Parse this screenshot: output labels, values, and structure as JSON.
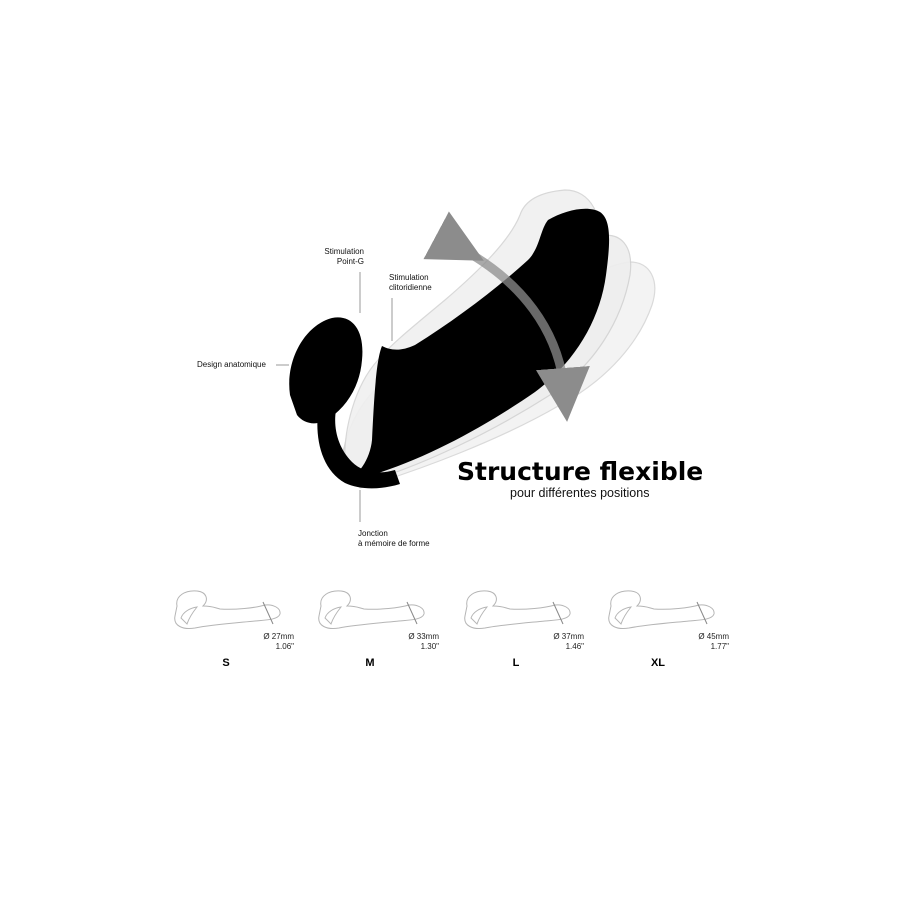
{
  "main_figure": {
    "callouts": {
      "g_spot": {
        "line1": "Stimulation",
        "line2": "Point-G"
      },
      "clitoral": {
        "line1": "Stimulation",
        "line2": "clitoridienne"
      },
      "anatomic": {
        "text": "Design anatomique"
      },
      "junction": {
        "line1": "Jonction",
        "line2": "à mémoire de forme"
      }
    },
    "headline": {
      "title": "Structure flexible",
      "subtitle": "pour différentes positions"
    },
    "colors": {
      "product": "#000000",
      "ghost": "#e8e8e8",
      "ghost_edge": "#d0d0d0",
      "arrow": "#8c8c8c",
      "leader": "#9a9a9a"
    }
  },
  "sizes": [
    {
      "label": "S",
      "diameter_mm": "Ø 27mm",
      "diameter_in": "1.06\""
    },
    {
      "label": "M",
      "diameter_mm": "Ø 33mm",
      "diameter_in": "1.30\""
    },
    {
      "label": "L",
      "diameter_mm": "Ø 37mm",
      "diameter_in": "1.46\""
    },
    {
      "label": "XL",
      "diameter_mm": "Ø 45mm",
      "diameter_in": "1.77\""
    }
  ]
}
